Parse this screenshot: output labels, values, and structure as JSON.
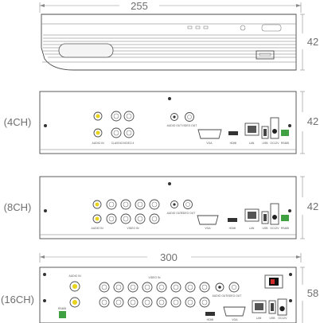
{
  "dimensions": {
    "top_width": "255",
    "top_height": "42",
    "ch4_height": "42",
    "ch8_height": "42",
    "ch16_width": "300",
    "ch16_height": "58"
  },
  "panels": {
    "ch4": {
      "title": "(4CH)",
      "labels": {
        "audio_in": "AUDIO IN",
        "video_in": "CLASSIC/VIDEO 4",
        "audio_out": "AUDIO OUT",
        "video_out": "VIDEO OUT",
        "vga": "VGA",
        "hdmi": "HDMI",
        "lan": "LAN",
        "usb": "USB",
        "dc": "DC12V",
        "rs485": "RS485"
      }
    },
    "ch8": {
      "title": "(8CH)",
      "labels": {
        "audio_in": "AUDIO IN",
        "video_in": "VIDEO IN",
        "audio_out": "AUDIO OUT",
        "video_out": "VIDEO OUT",
        "vga": "VGA",
        "hdmi": "HDMI",
        "lan": "LAN",
        "usb": "USB",
        "dc": "DC12V",
        "rs485": "RS485"
      }
    },
    "ch16": {
      "title": "(16CH)",
      "labels": {
        "audio_in": "AUDIO IN",
        "video_in": "VIDEO IN",
        "audio_out": "AUDIO OUT",
        "video_out": "VIDEO OUT",
        "vga": "VGA",
        "hdmi": "HDMI",
        "lan": "LAN",
        "usb": "USB",
        "dc": "DC12V",
        "rs485": "RS485"
      }
    }
  },
  "colors": {
    "connector_yellow": "#e8d21a",
    "connector_green": "#3fa142",
    "outline": "#4a4a4a"
  }
}
